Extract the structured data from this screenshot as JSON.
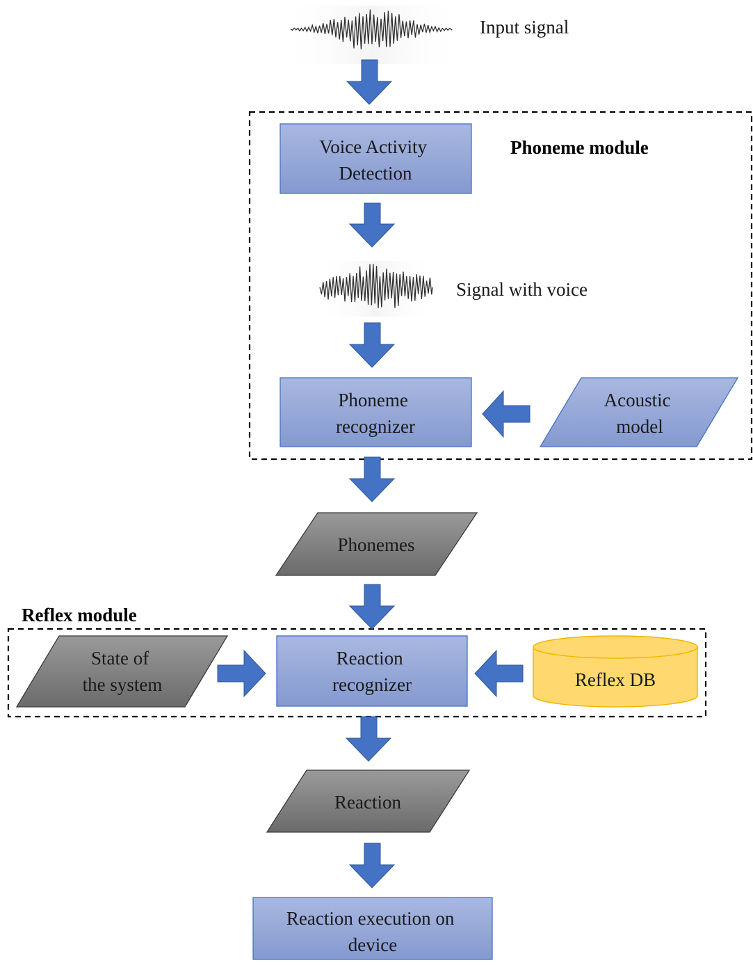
{
  "colors": {
    "process_top": "#a9b8e0",
    "process_bottom": "#8599d0",
    "process_border": "#4472c4",
    "data_top": "#9a9a9a",
    "data_bottom": "#6b6b6b",
    "db_fill": "#ffd970",
    "db_border": "#f2b600",
    "arrow": "#4472c4",
    "module_border": "#000000"
  },
  "labels": {
    "input_signal": "Input signal",
    "signal_with_voice": "Signal with voice",
    "phoneme_module": "Phoneme module",
    "reflex_module": "Reflex module",
    "vad": [
      "Voice Activity",
      "Detection"
    ],
    "phoneme_recognizer": [
      "Phoneme",
      "recognizer"
    ],
    "acoustic_model": [
      "Acoustic",
      "model"
    ],
    "phonemes": "Phonemes",
    "state_of_system": [
      "State of",
      "the system"
    ],
    "reaction_recognizer": [
      "Reaction",
      "recognizer"
    ],
    "reflex_db": "Reflex DB",
    "reaction": "Reaction",
    "reaction_execution": [
      "Reaction execution on",
      "device"
    ]
  },
  "icons": [
    "waveform-icon",
    "arrow-down-icon",
    "arrow-left-icon",
    "arrow-right-icon"
  ]
}
